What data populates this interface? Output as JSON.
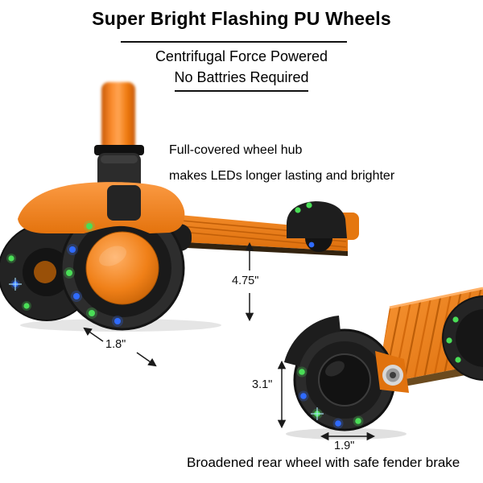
{
  "header": {
    "title": "Super Bright Flashing PU Wheels",
    "subtitle_line1": "Centrifugal Force Powered",
    "subtitle_line2": "No Battries Required"
  },
  "callouts": {
    "wheel_hub_line1": "Full-covered wheel hub",
    "wheel_hub_line2": "makes LEDs longer lasting and brighter",
    "bottom_caption": "Broadened rear wheel with safe fender brake"
  },
  "measurements": {
    "deck_to_ground_height": "4.75\"",
    "front_wheel_width": "1.8\"",
    "rear_wheel_diameter": "3.1\"",
    "rear_wheel_width": "1.9\""
  },
  "colors": {
    "scooter_orange": "#f58220",
    "wheel_black": "#2b2b2b",
    "led_green": "#4ade57",
    "led_blue": "#2f6bff",
    "text": "#000000"
  }
}
